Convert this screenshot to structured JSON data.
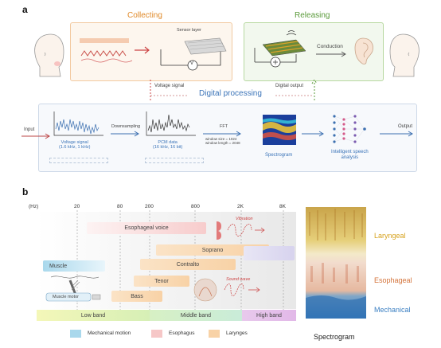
{
  "panel_a": {
    "label": "a",
    "collecting_title": "Collecting",
    "releasing_title": "Releasing",
    "sensor_layer": "Sensor layer",
    "v_symbol": "V",
    "conduction": "Conduction",
    "voltage_signal": "Voltage signal",
    "digital_output": "Digital output",
    "digital_processing": "Digital processing",
    "input": "Input",
    "output": "Output",
    "voltage_signal_box": "Voltage signal\n(1.6 kHz, 1 kHz)",
    "downsampling": "Downsampling",
    "pcm_data": "PCM data\n(16 kHz, 16 bit)",
    "fft": "FFT",
    "fft_params": "window size = 1024\nwindow length = 2048",
    "spectrogram": "Spectrogram",
    "intelligent_analysis": "Intelligent speech\nanalysis"
  },
  "panel_b": {
    "label": "b",
    "hz_unit": "(Hz)",
    "ticks": [
      "20",
      "80",
      "200",
      "800",
      "2K",
      "8K"
    ],
    "bars": {
      "esophageal_voice": "Esophageal voice",
      "soprano": "Soprano",
      "contralto": "Contralto",
      "muscle": "Muscle",
      "tenor": "Tenor",
      "bass": "Bass",
      "muscle_motor": "Muscle motor"
    },
    "annotations": {
      "vibration": "Vibration",
      "sound_wave": "Sound wave"
    },
    "bands": [
      "Low band",
      "Middle band",
      "High band"
    ],
    "legend": [
      "Mechanical motion",
      "Esophagus",
      "Larynges"
    ],
    "legend_colors": [
      "#a9d8ec",
      "#f6c7c7",
      "#f8d2a6"
    ],
    "spectrogram_labels": [
      "Laryngeal",
      "Esophageal",
      "Mechanical"
    ],
    "spectrogram_label_colors": [
      "#d6a21e",
      "#d4733a",
      "#3a7fc2"
    ],
    "spectrogram_title": "Spectrogram"
  }
}
